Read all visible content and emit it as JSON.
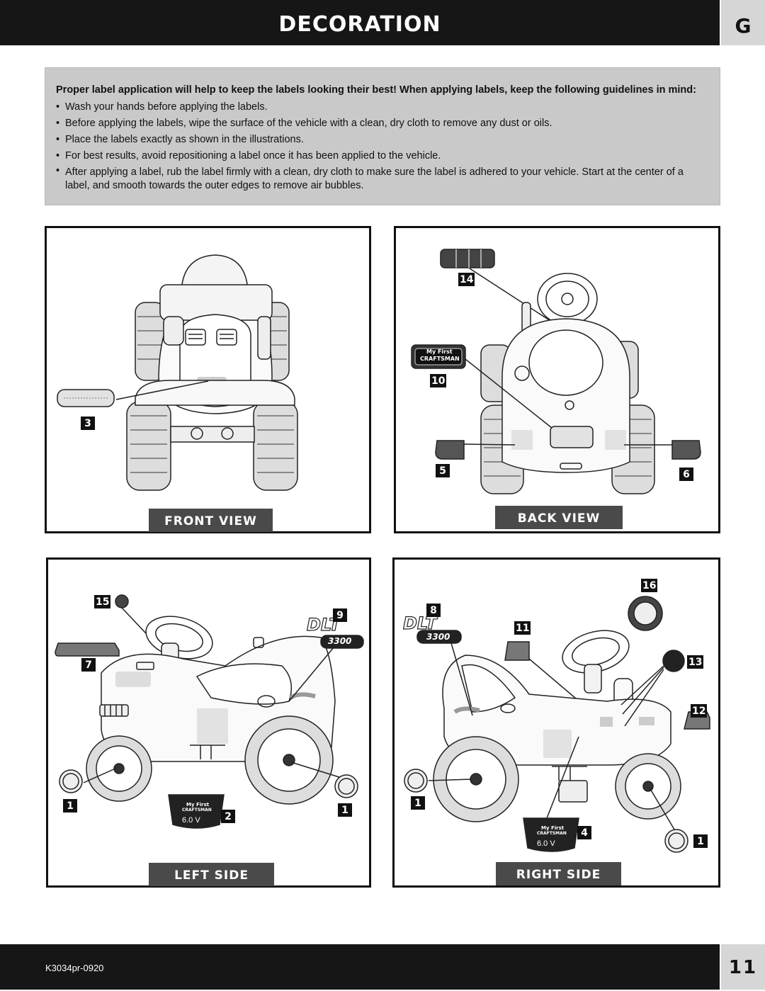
{
  "header": {
    "title": "DECORATION",
    "section": "G"
  },
  "guidelines": {
    "intro": "Proper label application will help to keep the labels looking their best! When applying labels, keep the following guidelines in mind:",
    "items": [
      "Wash your hands before applying the labels.",
      "Before applying the labels, wipe the surface of the vehicle with a clean, dry cloth to remove any dust or oils.",
      "Place the labels exactly as shown in the illustrations.",
      "For best results, avoid repositioning a label once it has been applied to the vehicle.",
      "After applying a label, rub the label firmly with a clean, dry cloth to make sure the label is adhered to your vehicle. Start at the center of a label, and smooth towards the outer edges to remove air bubbles."
    ]
  },
  "panels": {
    "front": {
      "title": "FRONT VIEW",
      "callouts": [
        "3"
      ]
    },
    "back": {
      "title": "BACK VIEW",
      "callouts": [
        "14",
        "10",
        "5",
        "6"
      ]
    },
    "left": {
      "title": "LEFT SIDE",
      "callouts": [
        "15",
        "9",
        "7",
        "1",
        "2",
        "1"
      ]
    },
    "right": {
      "title": "RIGHT SIDE",
      "callouts": [
        "16",
        "8",
        "11",
        "13",
        "12",
        "1",
        "4",
        "1"
      ]
    }
  },
  "labels": {
    "brand_small": "My First",
    "brand": "CRAFTSMAN",
    "model": "DLT",
    "model_number": "3300",
    "voltage": "6.0 V"
  },
  "footer": {
    "code": "K3034pr-0920",
    "page": "11"
  }
}
